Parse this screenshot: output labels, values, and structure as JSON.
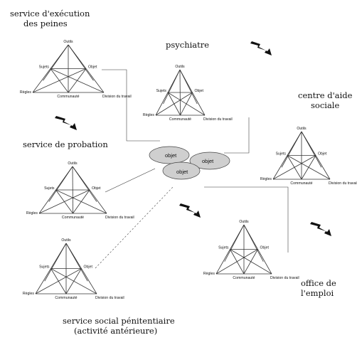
{
  "titles": {
    "service_execution": [
      "service d'exécution",
      "des peines"
    ],
    "psychiatre": [
      "psychiatre"
    ],
    "centre_aide": [
      "centre d'aide",
      "sociale"
    ],
    "service_probation": [
      "service de probation"
    ],
    "office_emploi": [
      "office de",
      "l'emploi"
    ],
    "service_social": [
      "service social pénitentiaire",
      "(activité antérieure)"
    ]
  },
  "triangle_labels": {
    "outils": "Outils",
    "sujets": "Sujets",
    "objet": "Objet",
    "regles": "Règles",
    "communaute": "Communauté",
    "division": "Division du travail"
  },
  "objects": [
    "objet",
    "objet",
    "objet"
  ],
  "icons": [
    "lightning-icon",
    "lightning-icon",
    "lightning-icon",
    "lightning-icon",
    "lightning-icon"
  ]
}
